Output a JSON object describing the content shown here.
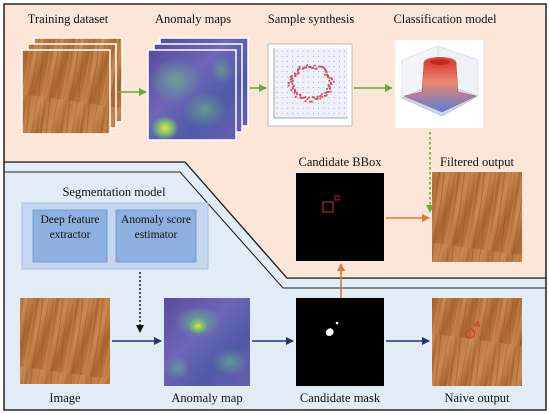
{
  "colors": {
    "top_panel_bg": "#fbe6d8",
    "bottom_panel_bg": "#e1ecf6",
    "seg_box_bg": "#c3d8f0",
    "seg_inner_bg": "#8eb0df",
    "green_arrow": "#6aaa3a",
    "orange_arrow": "#d87a3a",
    "navy_arrow": "#1f3868",
    "red_box": "#e03020"
  },
  "top": {
    "training_dataset": "Training dataset",
    "anomaly_maps": "Anomaly maps",
    "sample_synthesis": "Sample synthesis",
    "classification_model": "Classification model",
    "candidate_bbox": "Candidate BBox",
    "filtered_output": "Filtered output"
  },
  "seg": {
    "title": "Segmentation model",
    "module_1": "Deep feature extractor",
    "module_2": "Anomaly score estimator"
  },
  "bottom": {
    "image": "Image",
    "anomaly_map": "Anomaly map",
    "candidate_mask": "Candidate mask",
    "naive_output": "Naive output"
  }
}
